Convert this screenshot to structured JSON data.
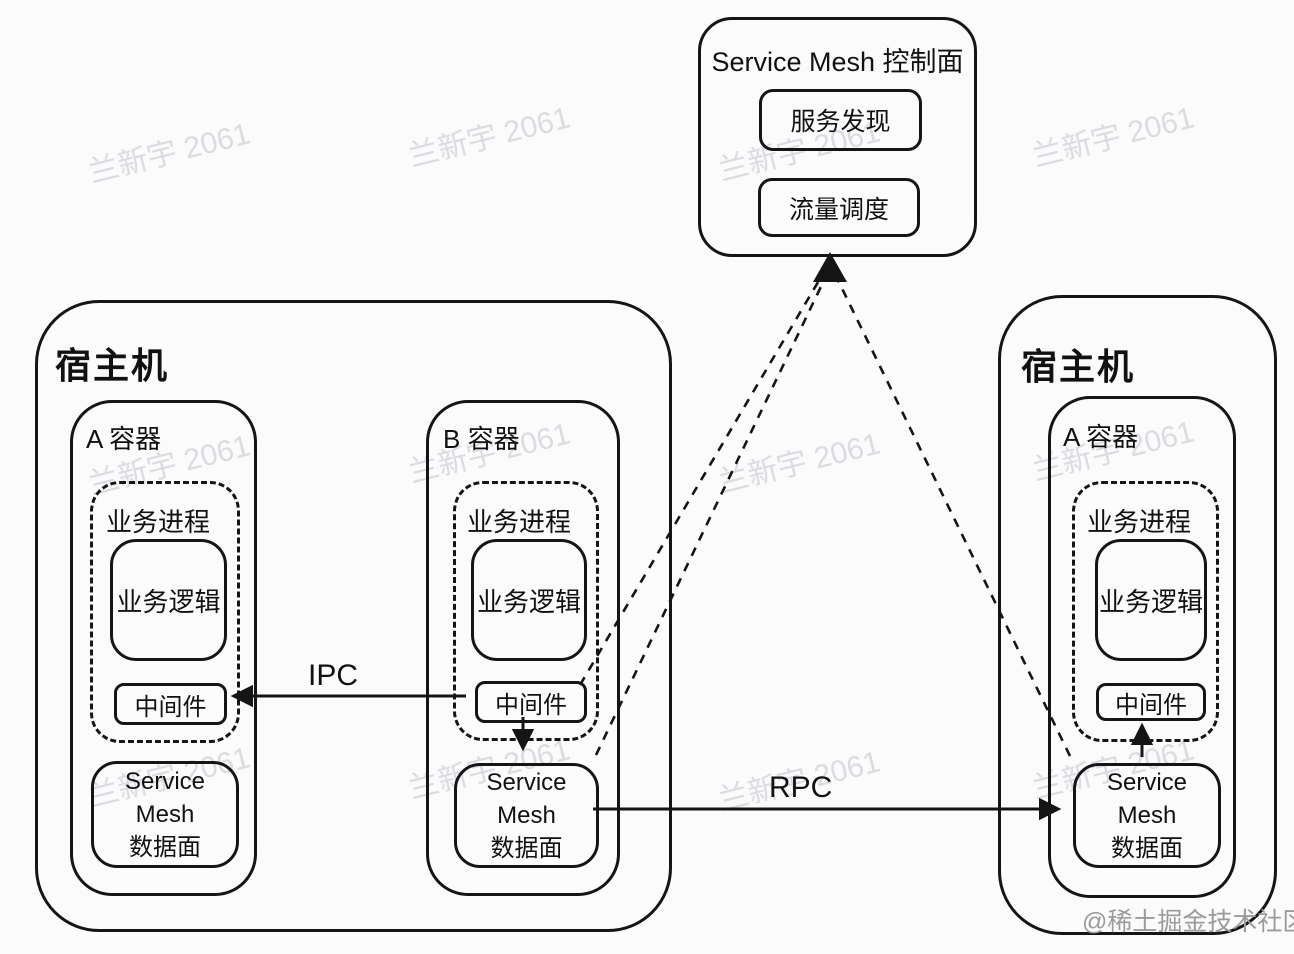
{
  "watermark": "兰新宇 2061",
  "attribution": "@稀土掘金技术社区",
  "control_plane": {
    "title": "Service Mesh 控制面",
    "modules": [
      {
        "label": "服务发现"
      },
      {
        "label": "流量调度"
      }
    ]
  },
  "hosts": [
    {
      "title": "宿主机",
      "containers": [
        {
          "name": "A 容器",
          "process": "业务进程",
          "logic": "业务逻辑",
          "middleware": "中间件",
          "mesh_lines": [
            "Service",
            "Mesh",
            "数据面"
          ]
        },
        {
          "name": "B 容器",
          "process": "业务进程",
          "logic": "业务逻辑",
          "middleware": "中间件",
          "mesh_lines": [
            "Service",
            "Mesh",
            "数据面"
          ]
        }
      ]
    },
    {
      "title": "宿主机",
      "containers": [
        {
          "name": "A 容器",
          "process": "业务进程",
          "logic": "业务逻辑",
          "middleware": "中间件",
          "mesh_lines": [
            "Service",
            "Mesh",
            "数据面"
          ]
        }
      ]
    }
  ],
  "links": {
    "ipc_label": "IPC",
    "rpc_label": "RPC"
  }
}
